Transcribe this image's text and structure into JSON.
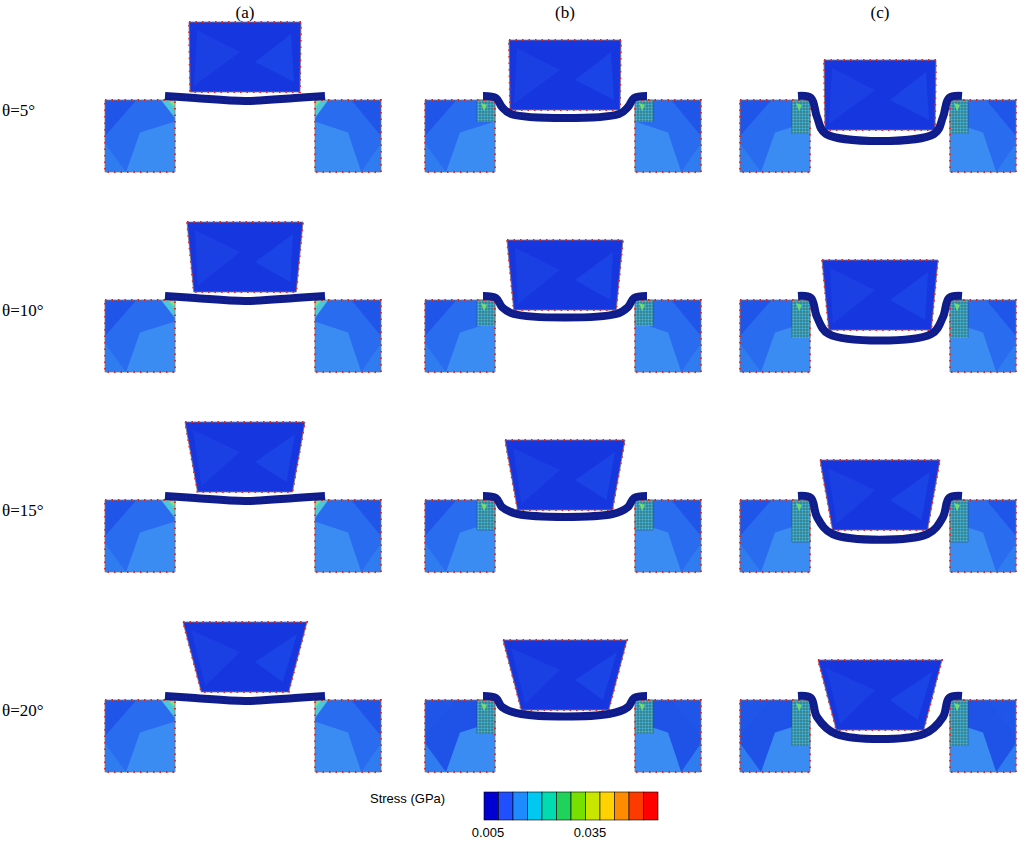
{
  "diagram": {
    "labels": [
      "(a)",
      "(b)",
      "(c)",
      "θ=5°",
      "θ=10°",
      "θ=15°",
      "θ=20°",
      "Stress (GPa)",
      "0.005",
      "0.035"
    ]
  }
}
